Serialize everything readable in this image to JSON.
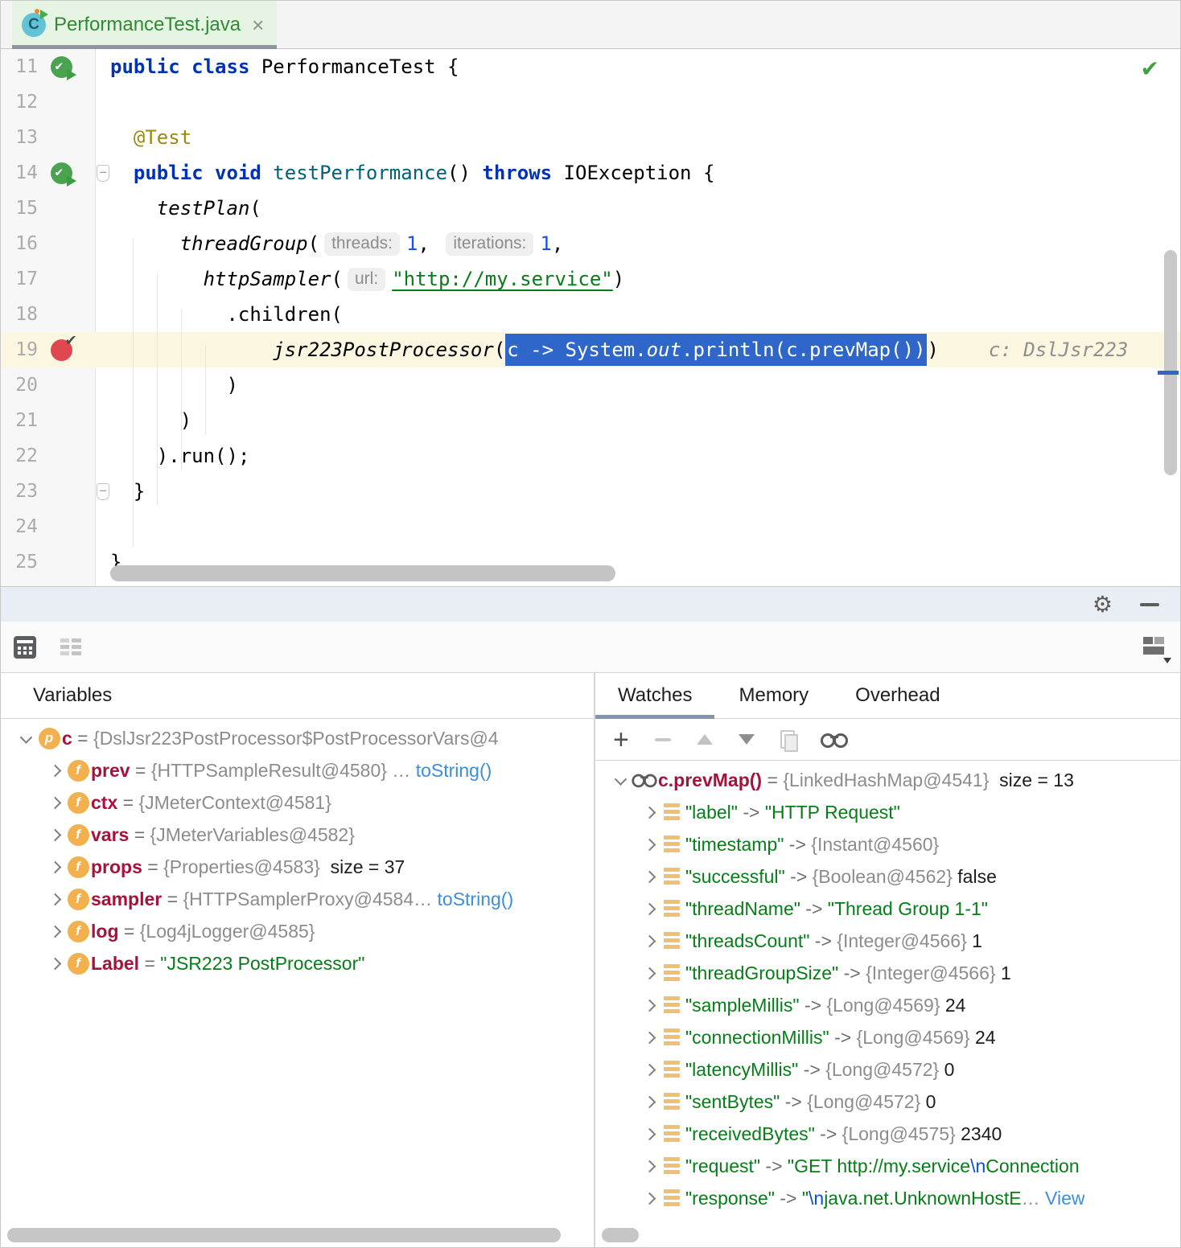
{
  "editor": {
    "tab": {
      "filename": "PerformanceTest.java",
      "icon_letter": "C",
      "close_glyph": "×"
    },
    "inspection_status_glyph": "✔",
    "lines": [
      {
        "num": 11,
        "indent": 0,
        "gutter": "run",
        "fold": null,
        "highlight": false,
        "segments": [
          {
            "t": "kw",
            "v": "public"
          },
          {
            "t": "plain",
            "v": " "
          },
          {
            "t": "kw",
            "v": "class"
          },
          {
            "t": "plain",
            "v": " PerformanceTest {"
          }
        ]
      },
      {
        "num": 12,
        "indent": 0,
        "gutter": null,
        "fold": null,
        "highlight": false,
        "segments": []
      },
      {
        "num": 13,
        "indent": 2,
        "gutter": null,
        "fold": null,
        "highlight": false,
        "segments": [
          {
            "t": "ann",
            "v": "@Test"
          }
        ]
      },
      {
        "num": 14,
        "indent": 2,
        "gutter": "run",
        "fold": "open",
        "highlight": false,
        "segments": [
          {
            "t": "kw",
            "v": "public"
          },
          {
            "t": "plain",
            "v": " "
          },
          {
            "t": "kw",
            "v": "void"
          },
          {
            "t": "plain",
            "v": " "
          },
          {
            "t": "decl",
            "v": "testPerformance"
          },
          {
            "t": "plain",
            "v": "() "
          },
          {
            "t": "kw",
            "v": "throws"
          },
          {
            "t": "plain",
            "v": " IOException {"
          }
        ]
      },
      {
        "num": 15,
        "indent": 4,
        "gutter": null,
        "fold": null,
        "highlight": false,
        "segments": [
          {
            "t": "call",
            "v": "testPlan"
          },
          {
            "t": "plain",
            "v": "("
          }
        ]
      },
      {
        "num": 16,
        "indent": 6,
        "gutter": null,
        "fold": null,
        "highlight": false,
        "segments": [
          {
            "t": "call",
            "v": "threadGroup"
          },
          {
            "t": "plain",
            "v": "("
          },
          {
            "t": "chip",
            "v": "threads:"
          },
          {
            "t": "num",
            "v": "1"
          },
          {
            "t": "plain",
            "v": ", "
          },
          {
            "t": "chip",
            "v": "iterations:"
          },
          {
            "t": "num",
            "v": "1"
          },
          {
            "t": "plain",
            "v": ","
          }
        ]
      },
      {
        "num": 17,
        "indent": 8,
        "gutter": null,
        "fold": null,
        "highlight": false,
        "segments": [
          {
            "t": "call",
            "v": "httpSampler"
          },
          {
            "t": "plain",
            "v": "("
          },
          {
            "t": "chip",
            "v": "url:"
          },
          {
            "t": "strlink",
            "v": "\"http://my.service\""
          },
          {
            "t": "plain",
            "v": ")"
          }
        ]
      },
      {
        "num": 18,
        "indent": 10,
        "gutter": null,
        "fold": null,
        "highlight": false,
        "segments": [
          {
            "t": "plain",
            "v": ".children("
          }
        ]
      },
      {
        "num": 19,
        "indent": 14,
        "gutter": "breakpoint",
        "fold": null,
        "highlight": true,
        "segments": [
          {
            "t": "call",
            "v": "jsr223PostProcessor"
          },
          {
            "t": "plain",
            "v": "("
          },
          {
            "t": "sel",
            "parts": [
              {
                "v": "c -> System."
              },
              {
                "v": "out",
                "i": true
              },
              {
                "v": ".println(c.prevMap())"
              }
            ]
          },
          {
            "t": "plain",
            "v": ")"
          },
          {
            "t": "hint",
            "v": "c: DslJsr223"
          }
        ]
      },
      {
        "num": 20,
        "indent": 10,
        "gutter": null,
        "fold": null,
        "highlight": false,
        "segments": [
          {
            "t": "plain",
            "v": ")"
          }
        ]
      },
      {
        "num": 21,
        "indent": 6,
        "gutter": null,
        "fold": null,
        "highlight": false,
        "segments": [
          {
            "t": "plain",
            "v": ")"
          }
        ]
      },
      {
        "num": 22,
        "indent": 4,
        "gutter": null,
        "fold": null,
        "highlight": false,
        "segments": [
          {
            "t": "plain",
            "v": ").run();"
          }
        ]
      },
      {
        "num": 23,
        "indent": 2,
        "gutter": null,
        "fold": "close",
        "highlight": false,
        "segments": [
          {
            "t": "plain",
            "v": "}"
          }
        ]
      },
      {
        "num": 24,
        "indent": 0,
        "gutter": null,
        "fold": null,
        "highlight": false,
        "segments": []
      },
      {
        "num": 25,
        "indent": 0,
        "gutter": null,
        "fold": null,
        "highlight": false,
        "segments": [
          {
            "t": "plain",
            "v": "}"
          }
        ]
      }
    ]
  },
  "debugger": {
    "header_icons": [
      "settings-gear",
      "minimize"
    ],
    "view_toolbar_icons": {
      "left": [
        "frames-view",
        "threads-view"
      ],
      "right": "layout-settings"
    },
    "variables": {
      "header": "Variables",
      "rows": [
        {
          "expand": "down",
          "icon": "p",
          "level": 0,
          "parts": [
            {
              "t": "name",
              "v": "c"
            },
            {
              "t": "eq",
              "v": " = "
            },
            {
              "t": "ref",
              "v": "{DslJsr223PostProcessor$PostProcessorVars@4"
            }
          ]
        },
        {
          "expand": "right",
          "icon": "f",
          "level": 1,
          "parts": [
            {
              "t": "name",
              "v": "prev"
            },
            {
              "t": "eq",
              "v": " = "
            },
            {
              "t": "ref",
              "v": "{HTTPSampleResult@4580}"
            },
            {
              "t": "ellipsis",
              "v": " … "
            },
            {
              "t": "link",
              "v": "toString()"
            }
          ]
        },
        {
          "expand": "right",
          "icon": "f",
          "level": 1,
          "parts": [
            {
              "t": "name",
              "v": "ctx"
            },
            {
              "t": "eq",
              "v": " = "
            },
            {
              "t": "ref",
              "v": "{JMeterContext@4581}"
            }
          ]
        },
        {
          "expand": "right",
          "icon": "f",
          "level": 1,
          "parts": [
            {
              "t": "name",
              "v": "vars"
            },
            {
              "t": "eq",
              "v": " = "
            },
            {
              "t": "ref",
              "v": "{JMeterVariables@4582}"
            }
          ]
        },
        {
          "expand": "right",
          "icon": "f",
          "level": 1,
          "parts": [
            {
              "t": "name",
              "v": "props"
            },
            {
              "t": "eq",
              "v": " = "
            },
            {
              "t": "ref",
              "v": "{Properties@4583}"
            },
            {
              "t": "black",
              "v": "  size = 37"
            }
          ]
        },
        {
          "expand": "right",
          "icon": "f",
          "level": 1,
          "parts": [
            {
              "t": "name",
              "v": "sampler"
            },
            {
              "t": "eq",
              "v": " = "
            },
            {
              "t": "ref",
              "v": "{HTTPSamplerProxy@4584"
            },
            {
              "t": "ellipsis",
              "v": "… "
            },
            {
              "t": "link",
              "v": "toString()"
            }
          ]
        },
        {
          "expand": "right",
          "icon": "f",
          "level": 1,
          "parts": [
            {
              "t": "name",
              "v": "log"
            },
            {
              "t": "eq",
              "v": " = "
            },
            {
              "t": "ref",
              "v": "{Log4jLogger@4585}"
            }
          ]
        },
        {
          "expand": "right",
          "icon": "f",
          "level": 1,
          "parts": [
            {
              "t": "name",
              "v": "Label"
            },
            {
              "t": "eq",
              "v": " = "
            },
            {
              "t": "string",
              "v": "\"JSR223 PostProcessor\""
            }
          ]
        }
      ]
    },
    "watches": {
      "tabs": [
        "Watches",
        "Memory",
        "Overhead"
      ],
      "active_tab": "Watches",
      "toolbar_icons": [
        "add-watch",
        "remove-watch",
        "move-up",
        "move-down",
        "copy-watch",
        "show-watches-in-variables"
      ],
      "rows": [
        {
          "expand": "down",
          "icon": "glasses",
          "level": 0,
          "parts": [
            {
              "t": "name",
              "v": "c.prevMap()"
            },
            {
              "t": "eq",
              "v": " = "
            },
            {
              "t": "ref",
              "v": "{LinkedHashMap@4541}"
            },
            {
              "t": "black",
              "v": "  size = 13"
            }
          ]
        },
        {
          "expand": "right",
          "icon": "entry",
          "level": 1,
          "parts": [
            {
              "t": "string",
              "v": "\"label\""
            },
            {
              "t": "arrow",
              "v": " -> "
            },
            {
              "t": "string",
              "v": "\"HTTP Request\""
            }
          ]
        },
        {
          "expand": "right",
          "icon": "entry",
          "level": 1,
          "parts": [
            {
              "t": "string",
              "v": "\"timestamp\""
            },
            {
              "t": "arrow",
              "v": " -> "
            },
            {
              "t": "ref",
              "v": "{Instant@4560}"
            }
          ]
        },
        {
          "expand": "right",
          "icon": "entry",
          "level": 1,
          "parts": [
            {
              "t": "string",
              "v": "\"successful\""
            },
            {
              "t": "arrow",
              "v": " -> "
            },
            {
              "t": "ref",
              "v": "{Boolean@4562}"
            },
            {
              "t": "black",
              "v": " false"
            }
          ]
        },
        {
          "expand": "right",
          "icon": "entry",
          "level": 1,
          "parts": [
            {
              "t": "string",
              "v": "\"threadName\""
            },
            {
              "t": "arrow",
              "v": " -> "
            },
            {
              "t": "string",
              "v": "\"Thread Group 1-1\""
            }
          ]
        },
        {
          "expand": "right",
          "icon": "entry",
          "level": 1,
          "parts": [
            {
              "t": "string",
              "v": "\"threadsCount\""
            },
            {
              "t": "arrow",
              "v": " -> "
            },
            {
              "t": "ref",
              "v": "{Integer@4566}"
            },
            {
              "t": "black",
              "v": " 1"
            }
          ]
        },
        {
          "expand": "right",
          "icon": "entry",
          "level": 1,
          "parts": [
            {
              "t": "string",
              "v": "\"threadGroupSize\""
            },
            {
              "t": "arrow",
              "v": " -> "
            },
            {
              "t": "ref",
              "v": "{Integer@4566}"
            },
            {
              "t": "black",
              "v": " 1"
            }
          ]
        },
        {
          "expand": "right",
          "icon": "entry",
          "level": 1,
          "parts": [
            {
              "t": "string",
              "v": "\"sampleMillis\""
            },
            {
              "t": "arrow",
              "v": " -> "
            },
            {
              "t": "ref",
              "v": "{Long@4569}"
            },
            {
              "t": "black",
              "v": " 24"
            }
          ]
        },
        {
          "expand": "right",
          "icon": "entry",
          "level": 1,
          "parts": [
            {
              "t": "string",
              "v": "\"connectionMillis\""
            },
            {
              "t": "arrow",
              "v": " -> "
            },
            {
              "t": "ref",
              "v": "{Long@4569}"
            },
            {
              "t": "black",
              "v": " 24"
            }
          ]
        },
        {
          "expand": "right",
          "icon": "entry",
          "level": 1,
          "parts": [
            {
              "t": "string",
              "v": "\"latencyMillis\""
            },
            {
              "t": "arrow",
              "v": " -> "
            },
            {
              "t": "ref",
              "v": "{Long@4572}"
            },
            {
              "t": "black",
              "v": " 0"
            }
          ]
        },
        {
          "expand": "right",
          "icon": "entry",
          "level": 1,
          "parts": [
            {
              "t": "string",
              "v": "\"sentBytes\""
            },
            {
              "t": "arrow",
              "v": " -> "
            },
            {
              "t": "ref",
              "v": "{Long@4572}"
            },
            {
              "t": "black",
              "v": " 0"
            }
          ]
        },
        {
          "expand": "right",
          "icon": "entry",
          "level": 1,
          "parts": [
            {
              "t": "string",
              "v": "\"receivedBytes\""
            },
            {
              "t": "arrow",
              "v": " -> "
            },
            {
              "t": "ref",
              "v": "{Long@4575}"
            },
            {
              "t": "black",
              "v": " 2340"
            }
          ]
        },
        {
          "expand": "right",
          "icon": "entry",
          "level": 1,
          "parts": [
            {
              "t": "string",
              "v": "\"request\""
            },
            {
              "t": "arrow",
              "v": " -> "
            },
            {
              "t": "string",
              "v": "\"GET http://my.service"
            },
            {
              "t": "esc",
              "v": "\\n"
            },
            {
              "t": "string",
              "v": "Connection"
            }
          ]
        },
        {
          "expand": "right",
          "icon": "entry",
          "level": 1,
          "parts": [
            {
              "t": "string",
              "v": "\"response\""
            },
            {
              "t": "arrow",
              "v": " -> "
            },
            {
              "t": "string",
              "v": "\""
            },
            {
              "t": "esc",
              "v": "\\n"
            },
            {
              "t": "string",
              "v": "java.net.UnknownHostE"
            },
            {
              "t": "ellipsis",
              "v": "… "
            },
            {
              "t": "link",
              "v": "View"
            }
          ]
        }
      ]
    }
  },
  "colors": {
    "selection": "#2E66C9",
    "string_green": "#067D17",
    "link_blue": "#3C8EDA",
    "var_name_red": "#A6123A",
    "keyword_blue": "#0033B3",
    "breakpoint_red": "#E0484F",
    "run_green": "#4BA34F",
    "tab_text_green": "#2F8B33",
    "line_highlight": "#FBF6DF",
    "tab_bg_green": "#E6F4E3",
    "debug_header_bg": "#E9EEF5"
  }
}
